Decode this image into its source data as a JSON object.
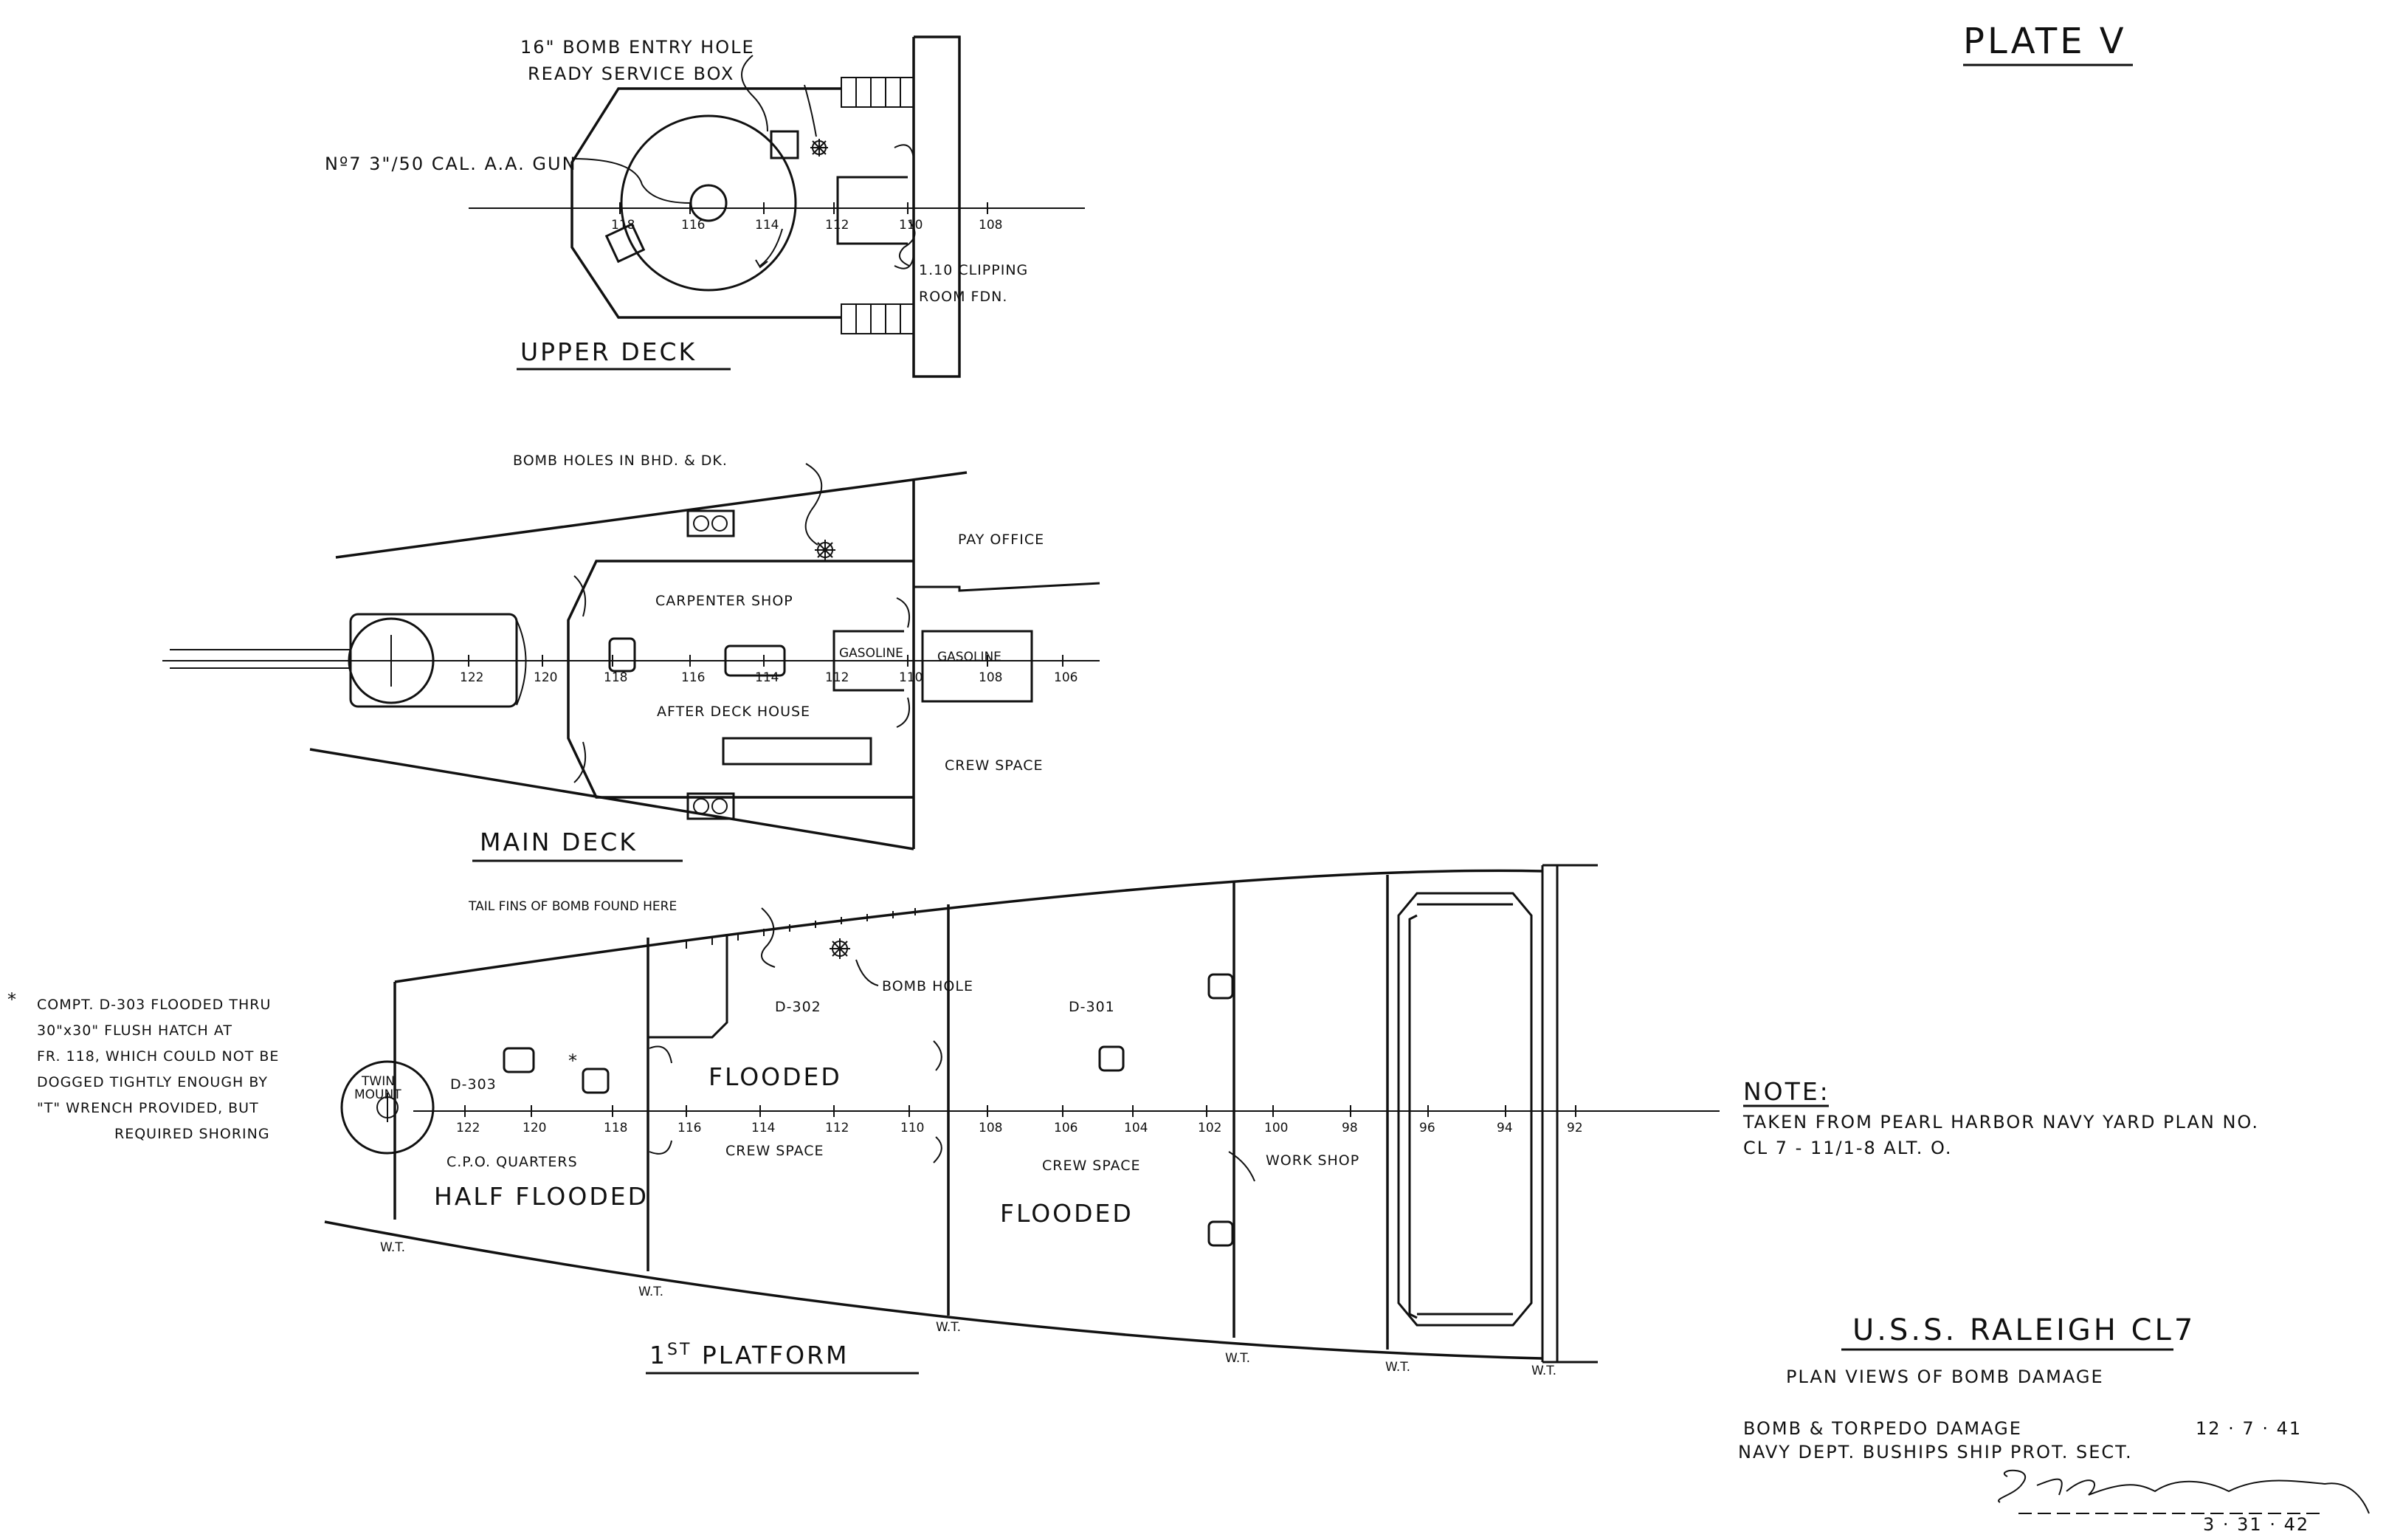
{
  "header": {
    "plate": "PLATE V"
  },
  "upper_deck": {
    "title": "UPPER DECK",
    "bomb_entry": "16\" BOMB ENTRY HOLE",
    "ready_service": "READY SERVICE BOX",
    "gun": "Nº7 3\"/50 CAL. A.A. GUN",
    "clipping_1": "1.10 CLIPPING",
    "clipping_2": "ROOM FDN.",
    "frames": [
      "118",
      "116",
      "114",
      "112",
      "110",
      "108"
    ]
  },
  "main_deck": {
    "title": "MAIN DECK",
    "bomb_holes": "BOMB HOLES IN BHD. & DK.",
    "pay_office": "PAY OFFICE",
    "carpenter": "CARPENTER SHOP",
    "gasoline_1": "GASOLINE",
    "gasoline_2": "GASOLINE",
    "after_deck": "AFTER DECK HOUSE",
    "crew_space": "CREW SPACE",
    "frames": [
      "122",
      "120",
      "118",
      "116",
      "114",
      "112",
      "110",
      "108",
      "106"
    ]
  },
  "platform": {
    "title": "1ST PLATFORM",
    "title_main": "1",
    "title_sup": "ST",
    "title_rest": " PLATFORM",
    "tail_fins": "TAIL FINS OF BOMB FOUND HERE",
    "bomb_hole": "BOMB HOLE",
    "d302": "D-302",
    "d301": "D-301",
    "d303": "D-303",
    "twin_1": "TWIN",
    "twin_2": "MOUNT",
    "flooded_1": "FLOODED",
    "flooded_2": "FLOODED",
    "crew_1": "CREW SPACE",
    "crew_2": "CREW SPACE",
    "cpo": "C.P.O. QUARTERS",
    "half": "HALF FLOODED",
    "work": "WORK SHOP",
    "wt": "W.T.",
    "frames": [
      "122",
      "120",
      "118",
      "116",
      "114",
      "112",
      "110",
      "108",
      "106",
      "104",
      "102",
      "100",
      "98",
      "96",
      "94",
      "92"
    ]
  },
  "footnote": {
    "star": "*",
    "lines": [
      "COMPT.  D-303   FLOODED THRU",
      "30\"x30\"  FLUSH  HATCH  AT",
      "FR. 118,  WHICH  COULD NOT BE",
      "DOGGED TIGHTLY ENOUGH BY",
      "\"T\" WRENCH PROVIDED, BUT",
      "REQUIRED SHORING"
    ]
  },
  "note": {
    "heading": "NOTE:",
    "line1": "TAKEN  FROM  PEARL HARBOR  NAVY YARD  PLAN  NO.",
    "line2": "CL 7 -  11/1-8   ALT. O."
  },
  "titleblock": {
    "ship": "U.S.S.  RALEIGH  CL7",
    "subtitle": "PLAN  VIEWS  OF  BOMB   DAMAGE",
    "line1_left": "BOMB & TORPEDO DAMAGE",
    "line1_right": "12 · 7 · 41",
    "line2": "NAVY  DEPT.   BUSHIPS    SHIP  PROT.  SECT.",
    "date": "3 · 31 · 42"
  }
}
